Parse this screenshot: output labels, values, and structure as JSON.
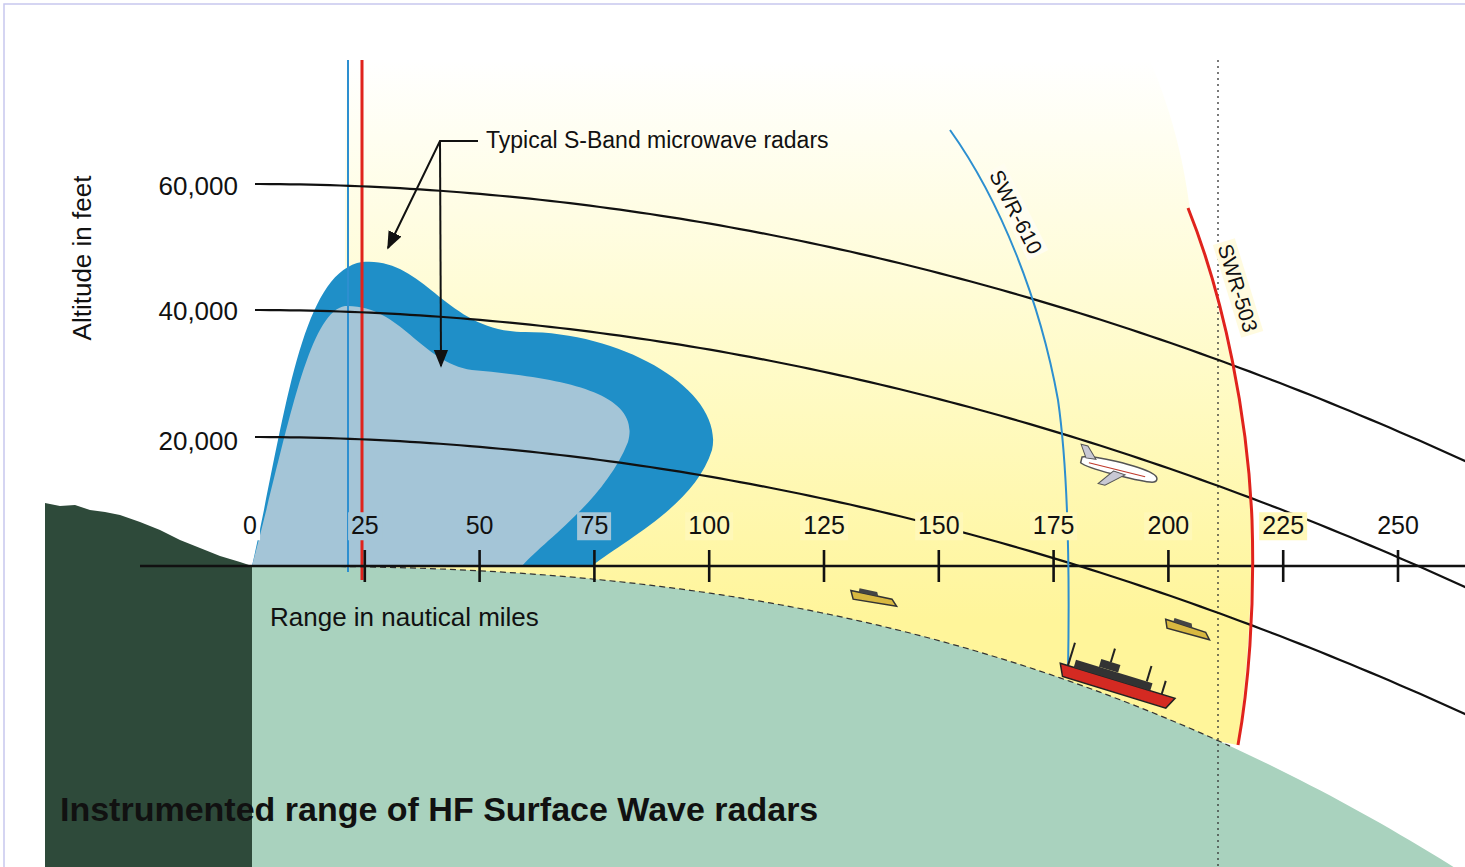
{
  "diagram": {
    "title": "Instrumented range of HF Surface Wave radars",
    "labels": [
      "Altitude in feet",
      "60,000",
      "40,000",
      "20,000",
      "Typical S-Band microwave radars",
      "SWR-610",
      "SWR-503",
      "0",
      "25",
      "50",
      "75",
      "100",
      "125",
      "150",
      "175",
      "200",
      "225",
      "250",
      "Range in nautical miles"
    ]
  }
}
